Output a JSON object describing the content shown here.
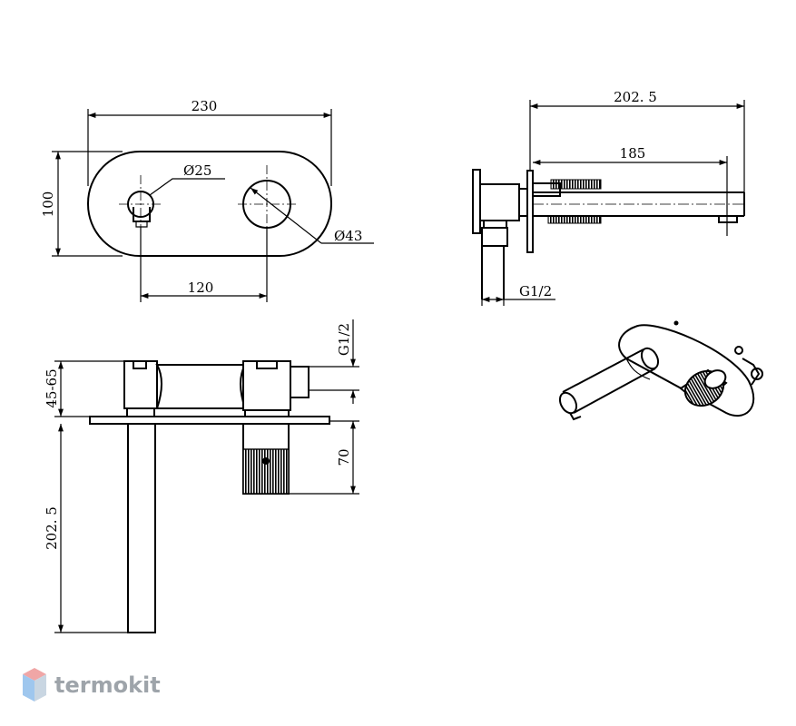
{
  "dimensions": {
    "front_width": "230",
    "front_height": "100",
    "small_diameter": "Ø25",
    "large_diameter": "Ø43",
    "center_distance": "120",
    "side_total_length": "202. 5",
    "side_spout_length": "185",
    "side_thread": "G1/2",
    "plan_thread": "G1/2",
    "plan_depth": "45-65",
    "plan_spout": "202. 5",
    "plan_cartridge": "70"
  },
  "logo": {
    "text": "termokit",
    "colors": {
      "top": "#f0a6a6",
      "left": "#9fc7ee",
      "right": "#c9d6e2"
    }
  }
}
